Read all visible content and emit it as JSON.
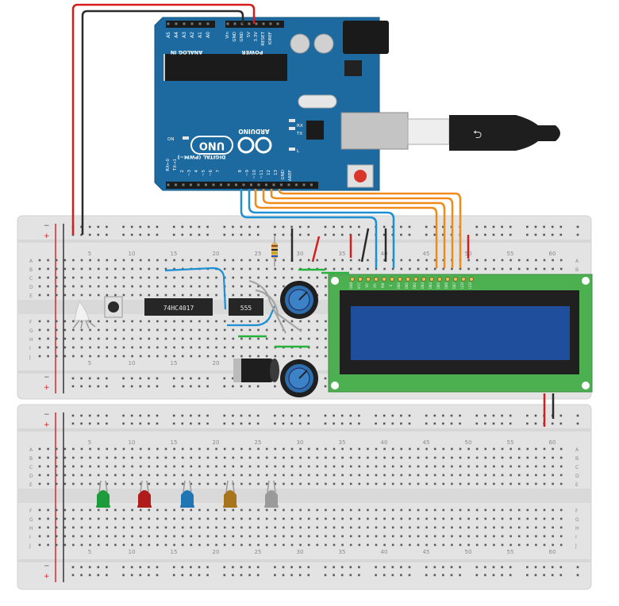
{
  "arduino": {
    "model": "UNO",
    "brand": "ARDUINO",
    "header_analog": "ANALOG IN",
    "header_power": "POWER",
    "header_digital": "DIGITAL (PWM~)",
    "analog_pins": [
      "A5",
      "A4",
      "A3",
      "A2",
      "A1",
      "A0"
    ],
    "power_pins": [
      "Vin",
      "GND",
      "GND",
      "5V",
      "3.3V",
      "RESET",
      "IOREF"
    ],
    "digital_pins": [
      "RX←0",
      "TX→1",
      "2",
      "~3",
      "4",
      "~5",
      "~6",
      "7",
      "8",
      "~9",
      "~10",
      "~11",
      "12",
      "13",
      "GND",
      "AREF"
    ],
    "led_labels": [
      "ON",
      "TX",
      "RX",
      "L"
    ]
  },
  "breadboard_top": {
    "column_numbers": [
      "5",
      "10",
      "15",
      "20",
      "25",
      "30",
      "35",
      "40",
      "45",
      "50",
      "55",
      "60"
    ],
    "row_letters_upper": [
      "A",
      "B",
      "C",
      "D",
      "E"
    ],
    "row_letters_lower": [
      "F",
      "G",
      "H",
      "I",
      "J"
    ],
    "rail_signs": [
      "−",
      "+"
    ]
  },
  "breadboard_bottom": {
    "column_numbers": [
      "5",
      "10",
      "15",
      "20",
      "25",
      "30",
      "35",
      "40",
      "45",
      "50",
      "55",
      "60"
    ],
    "row_letters_upper": [
      "A",
      "B",
      "C",
      "D",
      "E"
    ],
    "row_letters_lower": [
      "F",
      "G",
      "H",
      "I",
      "J"
    ],
    "rail_signs": [
      "−",
      "+"
    ]
  },
  "ics": [
    {
      "label": "74HC4017"
    },
    {
      "label": "555"
    }
  ],
  "lcd": {
    "pin_labels": [
      "GND",
      "VCC",
      "V0",
      "RS",
      "RW",
      "E",
      "DB0",
      "DB1",
      "DB2",
      "DB3",
      "DB4",
      "DB5",
      "DB6",
      "DB7",
      "LED",
      "LED"
    ]
  },
  "leds": [
    {
      "color": "#1e9b3a"
    },
    {
      "color": "#b01c1c"
    },
    {
      "color": "#1f76b3"
    },
    {
      "color": "#a8741c"
    },
    {
      "color": "#9a9a9a"
    }
  ],
  "colors": {
    "arduino_blue": "#1d6aa0",
    "wire_red": "#d61d1d",
    "wire_black": "#2a2a2a",
    "wire_blue": "#1d8fd3",
    "wire_orange": "#f08a1a",
    "wire_green": "#27b33b",
    "lcd_board": "#4caf50",
    "lcd_screen": "#1f4e9c"
  }
}
